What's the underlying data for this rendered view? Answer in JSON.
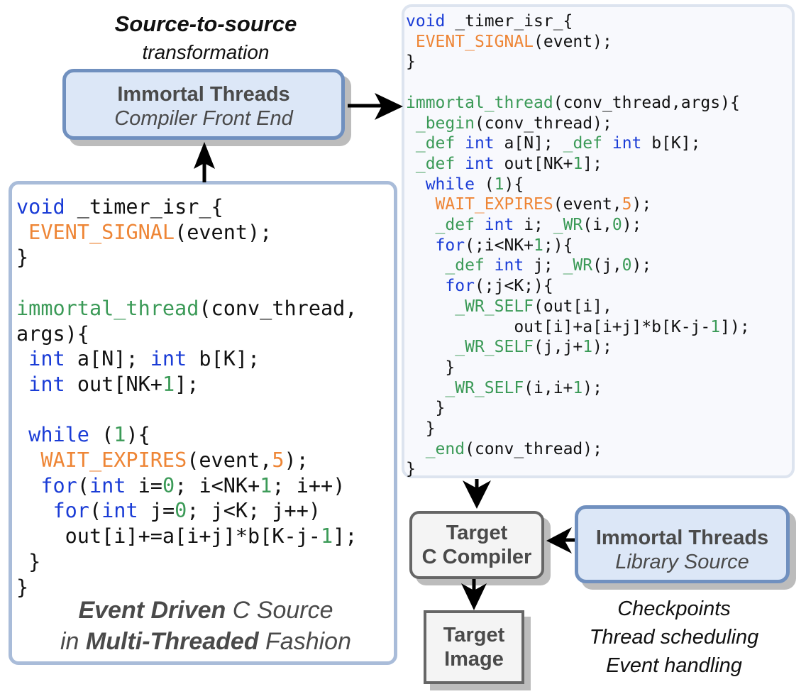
{
  "top_caption": {
    "line1": "Source-to-source",
    "line2": "transformation"
  },
  "front_end_box": {
    "title": "Immortal Threads",
    "subtitle": "Compiler Front End"
  },
  "source_code": {
    "lines": [
      [
        {
          "t": "void",
          "c": "kw"
        },
        {
          "t": " _timer_isr_{",
          "c": ""
        }
      ],
      [
        {
          "t": " ",
          "c": ""
        },
        {
          "t": "EVENT_SIGNAL",
          "c": "mc"
        },
        {
          "t": "(event);",
          "c": ""
        }
      ],
      [
        {
          "t": "}",
          "c": ""
        }
      ],
      [
        {
          "t": "",
          "c": ""
        }
      ],
      [
        {
          "t": "immortal_thread",
          "c": "fn"
        },
        {
          "t": "(conv_thread,",
          "c": ""
        }
      ],
      [
        {
          "t": "args){",
          "c": ""
        }
      ],
      [
        {
          "t": " ",
          "c": ""
        },
        {
          "t": "int",
          "c": "kw"
        },
        {
          "t": " a[N]; ",
          "c": ""
        },
        {
          "t": "int",
          "c": "kw"
        },
        {
          "t": " b[K];",
          "c": ""
        }
      ],
      [
        {
          "t": " ",
          "c": ""
        },
        {
          "t": "int",
          "c": "kw"
        },
        {
          "t": " out[NK+",
          "c": ""
        },
        {
          "t": "1",
          "c": "nm"
        },
        {
          "t": "];",
          "c": ""
        }
      ],
      [
        {
          "t": "",
          "c": ""
        }
      ],
      [
        {
          "t": " ",
          "c": ""
        },
        {
          "t": "while",
          "c": "kw"
        },
        {
          "t": " (",
          "c": ""
        },
        {
          "t": "1",
          "c": "nm"
        },
        {
          "t": "){",
          "c": ""
        }
      ],
      [
        {
          "t": "  ",
          "c": ""
        },
        {
          "t": "WAIT_EXPIRES",
          "c": "mc"
        },
        {
          "t": "(event,",
          "c": ""
        },
        {
          "t": "5",
          "c": "mc"
        },
        {
          "t": ");",
          "c": ""
        }
      ],
      [
        {
          "t": "  ",
          "c": ""
        },
        {
          "t": "for",
          "c": "kw"
        },
        {
          "t": "(",
          "c": ""
        },
        {
          "t": "int",
          "c": "kw"
        },
        {
          "t": " i=",
          "c": ""
        },
        {
          "t": "0",
          "c": "nm"
        },
        {
          "t": "; i<NK+",
          "c": ""
        },
        {
          "t": "1",
          "c": "nm"
        },
        {
          "t": "; i++)",
          "c": ""
        }
      ],
      [
        {
          "t": "   ",
          "c": ""
        },
        {
          "t": "for",
          "c": "kw"
        },
        {
          "t": "(",
          "c": ""
        },
        {
          "t": "int",
          "c": "kw"
        },
        {
          "t": " j=",
          "c": ""
        },
        {
          "t": "0",
          "c": "nm"
        },
        {
          "t": "; j<K; j++)",
          "c": ""
        }
      ],
      [
        {
          "t": "    out[i]+=a[i+j]*b[K-j-",
          "c": ""
        },
        {
          "t": "1",
          "c": "nm"
        },
        {
          "t": "];",
          "c": ""
        }
      ],
      [
        {
          "t": " }",
          "c": ""
        }
      ],
      [
        {
          "t": "}",
          "c": ""
        }
      ]
    ],
    "caption": {
      "line1_bold": "Event Driven",
      "line1_rest": " C Source",
      "line2_pre": "in ",
      "line2_bold": "Multi-Threaded",
      "line2_rest": " Fashion"
    }
  },
  "transformed_code": {
    "lines": [
      [
        {
          "t": "void",
          "c": "kw"
        },
        {
          "t": " _timer_isr_{",
          "c": ""
        }
      ],
      [
        {
          "t": " ",
          "c": ""
        },
        {
          "t": "EVENT_SIGNAL",
          "c": "mc"
        },
        {
          "t": "(event);",
          "c": ""
        }
      ],
      [
        {
          "t": "}",
          "c": ""
        }
      ],
      [
        {
          "t": "",
          "c": ""
        }
      ],
      [
        {
          "t": "immortal_thread",
          "c": "fn"
        },
        {
          "t": "(conv_thread,args){",
          "c": ""
        }
      ],
      [
        {
          "t": " ",
          "c": ""
        },
        {
          "t": "_begin",
          "c": "fn"
        },
        {
          "t": "(conv_thread);",
          "c": ""
        }
      ],
      [
        {
          "t": " ",
          "c": ""
        },
        {
          "t": "_def",
          "c": "fn"
        },
        {
          "t": " ",
          "c": ""
        },
        {
          "t": "int",
          "c": "kw"
        },
        {
          "t": " a[N]; ",
          "c": ""
        },
        {
          "t": "_def",
          "c": "fn"
        },
        {
          "t": " ",
          "c": ""
        },
        {
          "t": "int",
          "c": "kw"
        },
        {
          "t": " b[K];",
          "c": ""
        }
      ],
      [
        {
          "t": " ",
          "c": ""
        },
        {
          "t": "_def",
          "c": "fn"
        },
        {
          "t": " ",
          "c": ""
        },
        {
          "t": "int",
          "c": "kw"
        },
        {
          "t": " out[NK+",
          "c": ""
        },
        {
          "t": "1",
          "c": "nm"
        },
        {
          "t": "];",
          "c": ""
        }
      ],
      [
        {
          "t": "  ",
          "c": ""
        },
        {
          "t": "while",
          "c": "kw"
        },
        {
          "t": " (",
          "c": ""
        },
        {
          "t": "1",
          "c": "nm"
        },
        {
          "t": "){",
          "c": ""
        }
      ],
      [
        {
          "t": "   ",
          "c": ""
        },
        {
          "t": "WAIT_EXPIRES",
          "c": "mc"
        },
        {
          "t": "(event,",
          "c": ""
        },
        {
          "t": "5",
          "c": "mc"
        },
        {
          "t": ");",
          "c": ""
        }
      ],
      [
        {
          "t": "   ",
          "c": ""
        },
        {
          "t": "_def",
          "c": "fn"
        },
        {
          "t": " ",
          "c": ""
        },
        {
          "t": "int",
          "c": "kw"
        },
        {
          "t": " i; ",
          "c": ""
        },
        {
          "t": "_WR",
          "c": "fn"
        },
        {
          "t": "(i,",
          "c": ""
        },
        {
          "t": "0",
          "c": "nm"
        },
        {
          "t": ");",
          "c": ""
        }
      ],
      [
        {
          "t": "   ",
          "c": ""
        },
        {
          "t": "for",
          "c": "kw"
        },
        {
          "t": "(;i<NK+",
          "c": ""
        },
        {
          "t": "1",
          "c": "nm"
        },
        {
          "t": ";){",
          "c": ""
        }
      ],
      [
        {
          "t": "    ",
          "c": ""
        },
        {
          "t": "_def",
          "c": "fn"
        },
        {
          "t": " ",
          "c": ""
        },
        {
          "t": "int",
          "c": "kw"
        },
        {
          "t": " j; ",
          "c": ""
        },
        {
          "t": "_WR",
          "c": "fn"
        },
        {
          "t": "(j,",
          "c": ""
        },
        {
          "t": "0",
          "c": "nm"
        },
        {
          "t": ");",
          "c": ""
        }
      ],
      [
        {
          "t": "    ",
          "c": ""
        },
        {
          "t": "for",
          "c": "kw"
        },
        {
          "t": "(;j<K;){",
          "c": ""
        }
      ],
      [
        {
          "t": "     ",
          "c": ""
        },
        {
          "t": "_WR_SELF",
          "c": "fn"
        },
        {
          "t": "(out[i],",
          "c": ""
        }
      ],
      [
        {
          "t": "           out[i]+a[i+j]*b[K-j-",
          "c": ""
        },
        {
          "t": "1",
          "c": "nm"
        },
        {
          "t": "]);",
          "c": ""
        }
      ],
      [
        {
          "t": "     ",
          "c": ""
        },
        {
          "t": "_WR_SELF",
          "c": "fn"
        },
        {
          "t": "(j,j+",
          "c": ""
        },
        {
          "t": "1",
          "c": "nm"
        },
        {
          "t": ");",
          "c": ""
        }
      ],
      [
        {
          "t": "    }",
          "c": ""
        }
      ],
      [
        {
          "t": "    ",
          "c": ""
        },
        {
          "t": "_WR_SELF",
          "c": "fn"
        },
        {
          "t": "(i,i+",
          "c": ""
        },
        {
          "t": "1",
          "c": "nm"
        },
        {
          "t": ");",
          "c": ""
        }
      ],
      [
        {
          "t": "   }",
          "c": ""
        }
      ],
      [
        {
          "t": "  }",
          "c": ""
        }
      ],
      [
        {
          "t": "  ",
          "c": ""
        },
        {
          "t": "_end",
          "c": "fn"
        },
        {
          "t": "(conv_thread);",
          "c": ""
        }
      ],
      [
        {
          "t": "}",
          "c": ""
        }
      ]
    ]
  },
  "target_compiler_box": {
    "line1": "Target",
    "line2": "C Compiler"
  },
  "library_box": {
    "title": "Immortal Threads",
    "subtitle": "Library Source"
  },
  "target_image_box": {
    "line1": "Target",
    "line2": "Image"
  },
  "library_features": [
    "Checkpoints",
    "Thread scheduling",
    "Event handling"
  ],
  "colors": {
    "keyword": "#1a3cd6",
    "macro": "#ee8535",
    "identifier_green": "#3b9a57",
    "box_fill_blue": "#dce7f7",
    "box_border_blue": "#7090bf"
  }
}
